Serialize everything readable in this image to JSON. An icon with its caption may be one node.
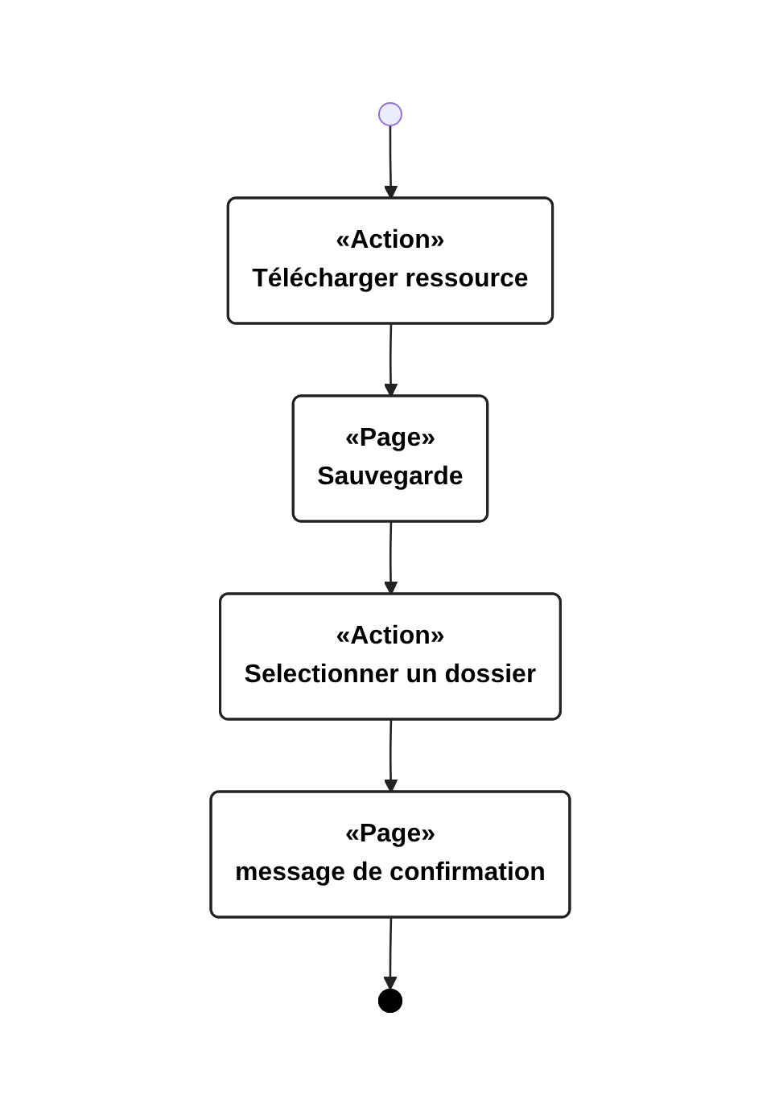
{
  "diagram": {
    "nodes": [
      {
        "text": [],
        "shape": "circle"
      },
      {
        "text": [
          "«Action»",
          "Télécharger ressource"
        ]
      },
      {
        "text": [
          "«Page»",
          "Sauvegarde"
        ]
      },
      {
        "text": [
          "«Action»",
          "Selectionner un dossier"
        ]
      },
      {
        "text": [
          "«Page»",
          "message de confirmation"
        ]
      },
      {
        "text": [],
        "shape": "bullseye"
      }
    ],
    "edges": [
      {
        "from": 0,
        "to": 1,
        "arrow": "to"
      },
      {
        "from": 1,
        "to": 2,
        "arrow": "to"
      },
      {
        "from": 2,
        "to": 3,
        "arrow": "to"
      },
      {
        "from": 3,
        "to": 4,
        "arrow": "to"
      },
      {
        "from": 4,
        "to": 5,
        "arrow": "to"
      }
    ]
  }
}
